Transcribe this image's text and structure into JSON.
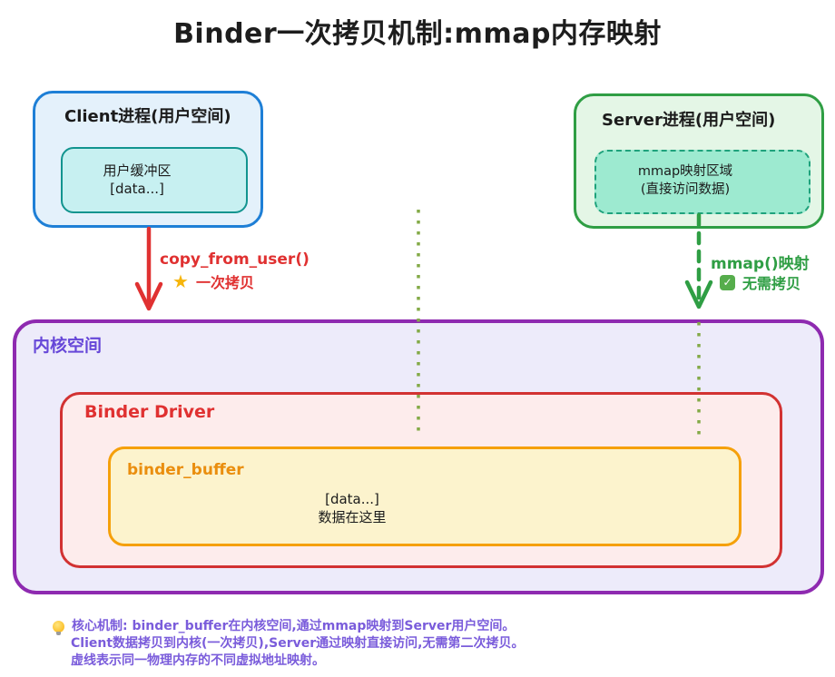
{
  "title": "Binder一次拷贝机制:mmap内存映射",
  "client": {
    "title": "Client进程(用户空间)",
    "buffer_line1": "用户缓冲区",
    "buffer_line2": "[data...]"
  },
  "server": {
    "title": "Server进程(用户空间)",
    "region_line1": "mmap映射区域",
    "region_line2": "(直接访问数据)"
  },
  "copy_arrow": {
    "label": "copy_from_user()",
    "star_glyph": "★",
    "badge_text": "一次拷贝",
    "color": "#e03131"
  },
  "mmap_arrow": {
    "label": "mmap()映射",
    "check_glyph": "✓",
    "badge_text": "无需拷贝",
    "color": "#2f9e44"
  },
  "kernel": {
    "title": "内核空间",
    "driver_title": "Binder Driver",
    "buffer_title": "binder_buffer",
    "buffer_data_line1": "[data...]",
    "buffer_data_line2": "数据在这里"
  },
  "note": {
    "icon": "lightbulb",
    "lines": [
      "核心机制: binder_buffer在内核空间,通过mmap映射到Server用户空间。",
      "Client数据拷贝到内核(一次拷贝),Server通过映射直接访问,无需第二次拷贝。",
      "虚线表示同一物理内存的不同虚拟地址映射。"
    ]
  },
  "colors": {
    "client_border": "#1e7fd6",
    "client_fill": "#e4f1fb",
    "user_buffer_border": "#12948f",
    "user_buffer_fill": "#c7f0f1",
    "server_border": "#2f9e44",
    "server_fill": "#e4f6e6",
    "mmap_region_border": "#1fa27c",
    "mmap_region_fill": "#9dead0",
    "kernel_border": "#8e2ab0",
    "kernel_fill": "#edebfa",
    "kernel_label": "#6647d8",
    "driver_border": "#d23232",
    "driver_fill": "#fdecec",
    "buffer_border": "#f5a00a",
    "buffer_fill": "#fcf3cd",
    "buffer_label": "#ea8e0e",
    "copy_red": "#e03131",
    "mmap_green": "#2f9e44",
    "dotted_line_green": "#83aa47",
    "note_purple": "#7a5cdb"
  }
}
